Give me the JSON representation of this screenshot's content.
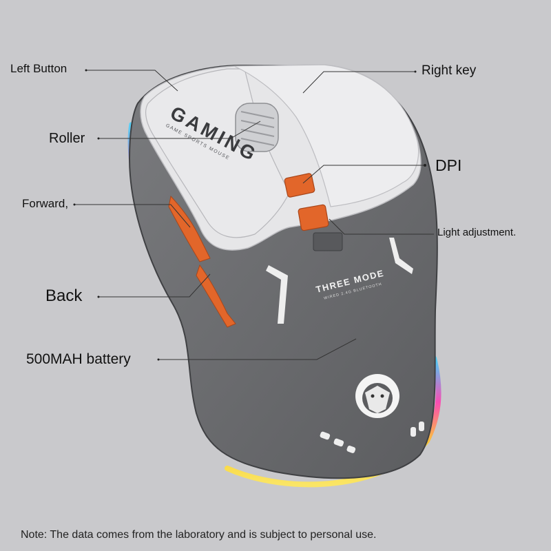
{
  "callouts": {
    "left_button": "Left Button",
    "right_key": "Right key",
    "roller": "Roller",
    "dpi": "DPI",
    "forward": "Forward,",
    "light_adjustment": "Light adjustment.",
    "back": "Back",
    "battery": "500MAH battery"
  },
  "mouse": {
    "brand_text": "GAMING",
    "brand_sub": "GAME SPORTS MOUSE",
    "mode_text": "THREE MODE",
    "mode_sub": "WIRED 2.4G BLUETOOTH",
    "body_color": "#6e6f72",
    "shell_color": "#e6e6e8",
    "accent_color": "#e2662a",
    "logo_icon": "lion-head-icon"
  },
  "note": "Note: The data comes from the laboratory and is subject to personal use."
}
